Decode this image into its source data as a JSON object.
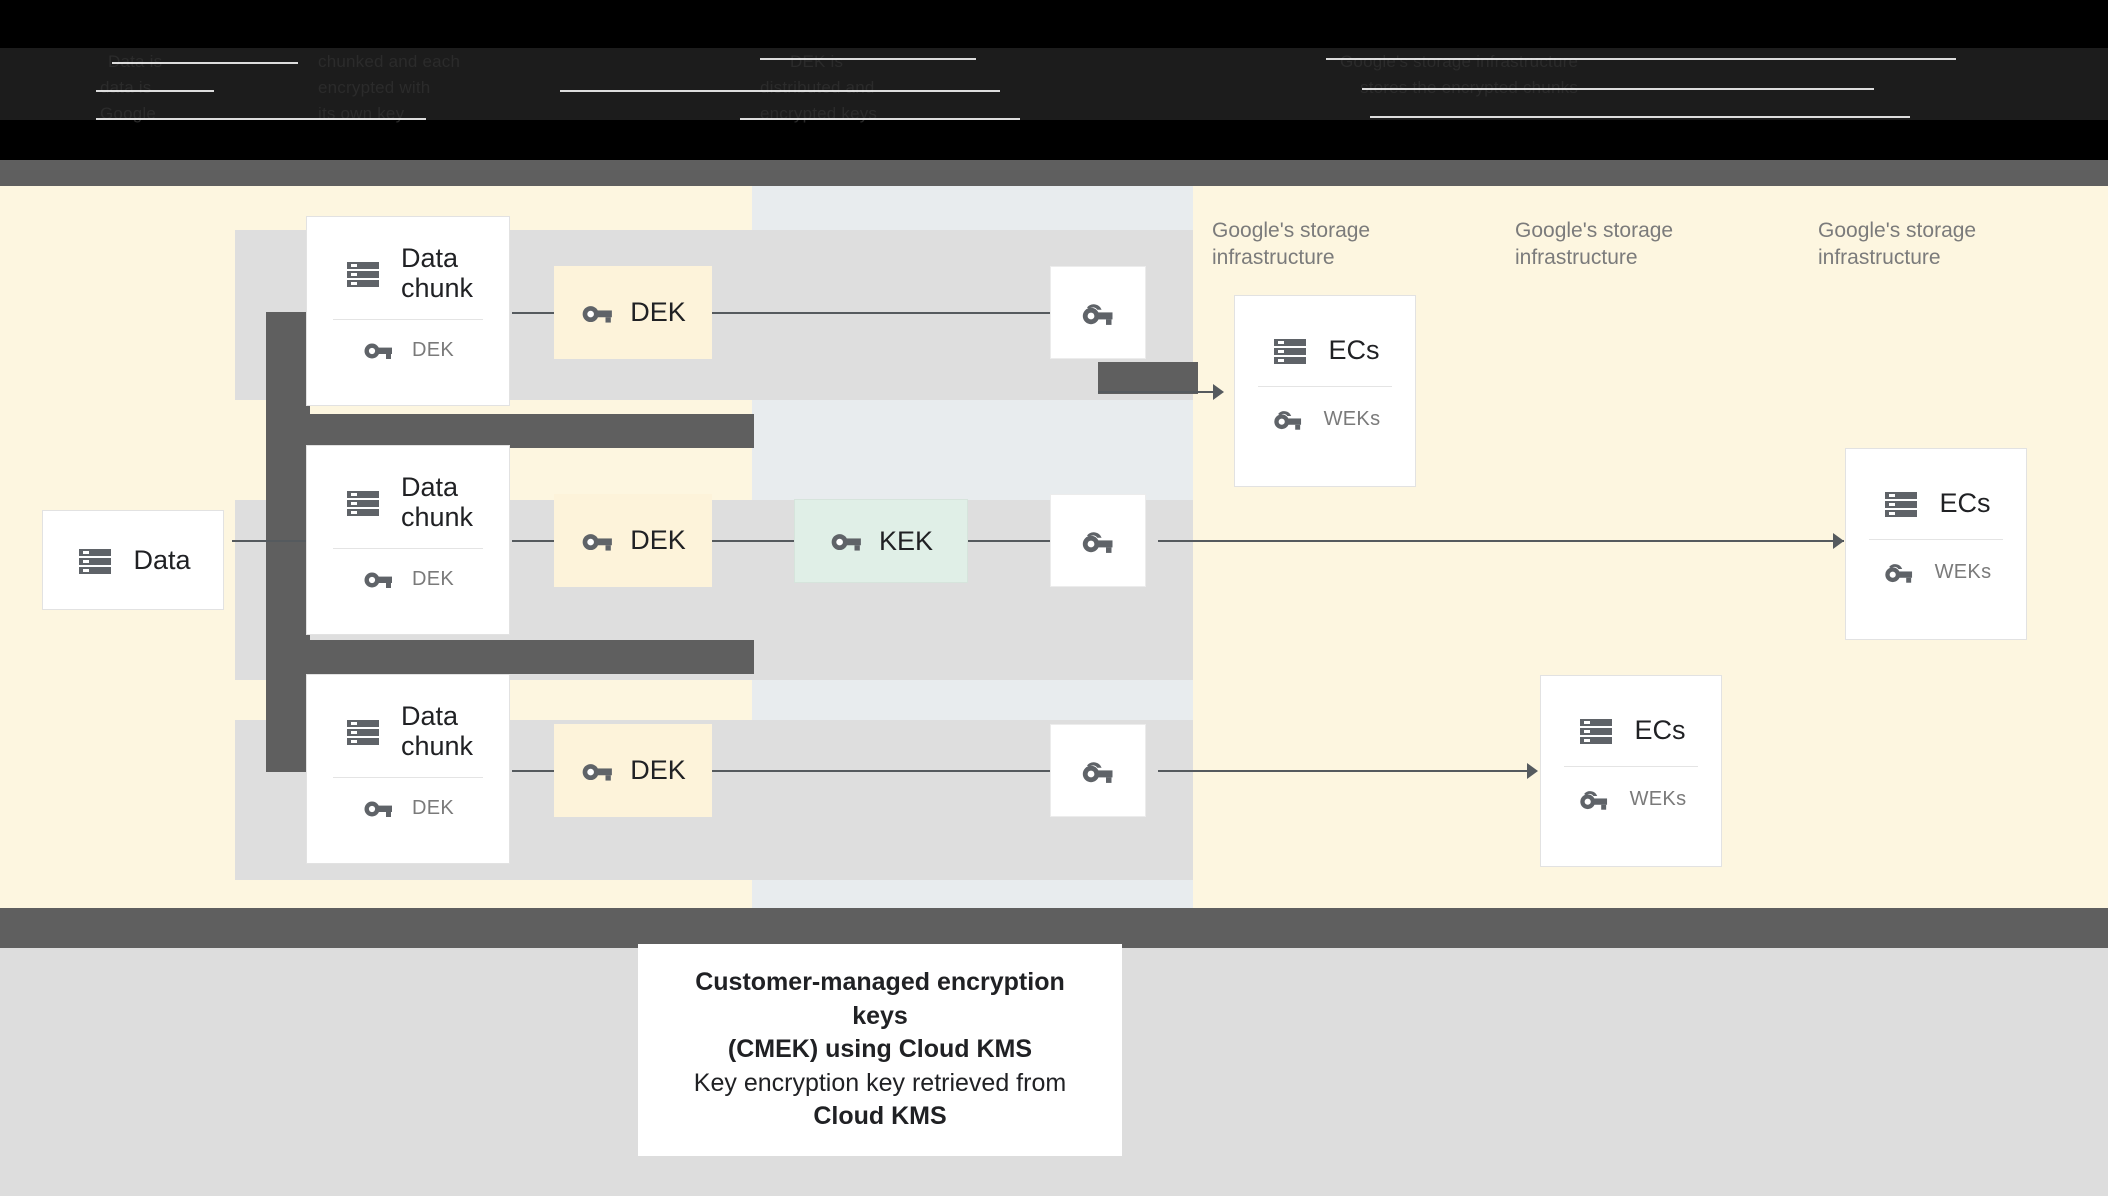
{
  "header": {
    "obscured": true,
    "lines": [
      "Data is chunked and each",
      "chunk is encrypted with",
      "a DEK",
      "DEK is distributed and each",
      "chunk is sent with its",
      "own encrypted key",
      "Google's storage infrastructure",
      "stores the encrypted chunks"
    ]
  },
  "diagram": {
    "source": {
      "title": "Data",
      "icon": "storage-icon"
    },
    "chunks": [
      {
        "title": "Data\nchunk",
        "icon": "storage-icon",
        "key_icon": "key-icon",
        "key_label": "DEK"
      },
      {
        "title": "Data\nchunk",
        "icon": "storage-icon",
        "key_icon": "key-icon",
        "key_label": "DEK"
      },
      {
        "title": "Data\nchunk",
        "icon": "storage-icon",
        "key_icon": "key-icon",
        "key_label": "DEK"
      }
    ],
    "deks": [
      {
        "label": "DEK",
        "icon": "key-icon"
      },
      {
        "label": "DEK",
        "icon": "key-icon"
      },
      {
        "label": "DEK",
        "icon": "key-icon"
      }
    ],
    "kek": {
      "label": "KEK",
      "icon": "key-icon"
    },
    "weks": [
      {
        "icon": "double-key-icon"
      },
      {
        "icon": "double-key-icon"
      },
      {
        "icon": "double-key-icon"
      }
    ],
    "zone_labels": [
      "Google's storage\ninfrastructure",
      "Google's storage\ninfrastructure",
      "Google's storage\ninfrastructure"
    ],
    "ecs": [
      {
        "title": "ECs",
        "icon": "storage-icon",
        "key_icon": "double-key-icon",
        "key_label": "WEKs"
      },
      {
        "title": "ECs",
        "icon": "storage-icon",
        "key_icon": "double-key-icon",
        "key_label": "WEKs"
      },
      {
        "title": "ECs",
        "icon": "storage-icon",
        "key_icon": "double-key-icon",
        "key_label": "WEKs"
      }
    ]
  },
  "caption": {
    "line1": "Customer-managed encryption keys",
    "line2": "(CMEK) using Cloud KMS",
    "line3": "Key encryption key retrieved from",
    "line4": "Cloud KMS"
  },
  "colors": {
    "cream": "#fdf6e0",
    "blue_gray": "#e8ecee",
    "gray": "#dedede",
    "dark_gray": "#5f5f5f",
    "dek_fill": "#fdf3da",
    "kek_fill": "#e0efe7",
    "icon": "#5f6368",
    "text": "#202124",
    "muted": "#7b7b7b"
  }
}
